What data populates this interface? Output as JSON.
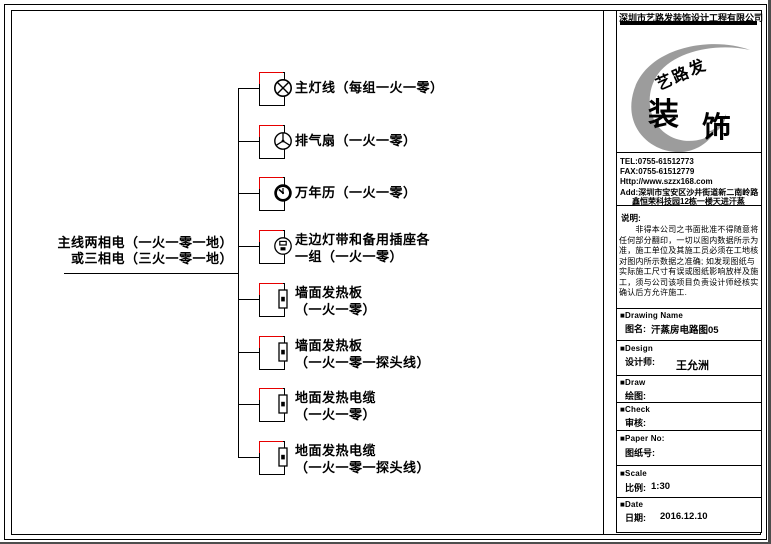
{
  "diagram": {
    "source_label": "主线两相电（一火一零一地）\n或三相电（三火一零一地）",
    "branches": [
      {
        "symbol": "lamp",
        "label": "主灯线（每组一火一零）"
      },
      {
        "symbol": "fan",
        "label": "排气扇（一火一零）"
      },
      {
        "symbol": "clock",
        "label": "万年历（一火一零）"
      },
      {
        "symbol": "socket",
        "label": "走边灯带和备用插座各\n一组（一火一零）"
      },
      {
        "symbol": "heater",
        "label": "墙面发热板\n（一火一零）"
      },
      {
        "symbol": "heater",
        "label": "墙面发热板\n（一火一零一探头线）"
      },
      {
        "symbol": "heater",
        "label": "地面发热电缆\n（一火一零）"
      },
      {
        "symbol": "heater",
        "label": "地面发热电缆\n（一火一零一探头线）"
      }
    ],
    "colors": {
      "line": "#000000",
      "accent_red": "#e60000"
    }
  },
  "title_block": {
    "company": "深圳市艺路发装饰设计工程有限公司",
    "logo": {
      "diagonal_text": "艺路发",
      "big_char_1": "装",
      "big_char_2": "饰",
      "swoosh_color": "#9c9c9c"
    },
    "contact": {
      "tel": "TEL:0755-61512773",
      "fax": "FAX:0755-61512779",
      "web": "Http://www.szzx168.com",
      "address_line1": "Add:深圳市宝安区沙井街道新二南岭路",
      "address_line2": "鑫恒荣科技园12栋一楼天进汗蒸"
    },
    "notes": {
      "title": "说明:",
      "body": "　　非得本公司之书面批准不得随意将\n任何部分翻印，一切以图内数据所示为\n准，施工单位及其施工员必须在工地核\n对图内所示数据之准确; 如发现图纸与\n实际施工尺寸有误或图纸影响放样及施\n工，须与公司该项目负责设计师经核实\n确认后方允许施工."
    },
    "fields": [
      {
        "header": "■Drawing Name",
        "label": "图名:",
        "value": "汗蒸房电路图05"
      },
      {
        "header": "■Design",
        "label": "设计师:",
        "value": "王允洲"
      },
      {
        "header": "■Draw",
        "label": "绘图:",
        "value": ""
      },
      {
        "header": "■Check",
        "label": "审核:",
        "value": ""
      },
      {
        "header": "■Paper No:",
        "label": "图纸号:",
        "value": ""
      },
      {
        "header": "■Scale",
        "label": "比例:",
        "value": "1:30"
      },
      {
        "header": "■Date",
        "label": "日期:",
        "value": "2016.12.10"
      }
    ]
  }
}
